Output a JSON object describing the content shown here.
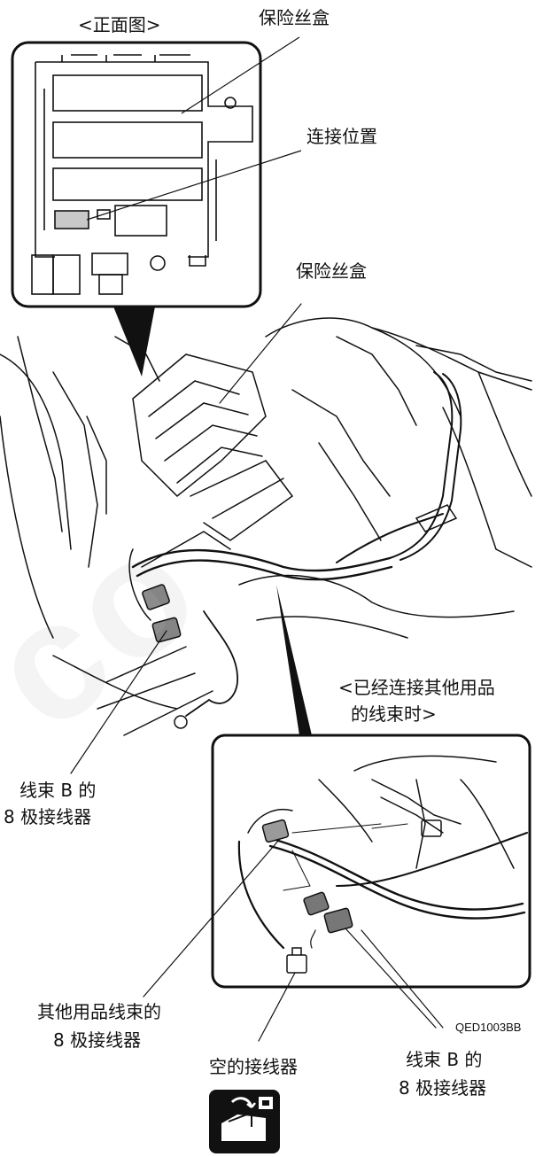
{
  "labels": {
    "front_view": "<正面图>",
    "fuse_box_top": "保险丝盒",
    "connect_position": "连接位置",
    "fuse_box_mid": "保险丝盒",
    "harness_b_left_line1": "线束 B 的",
    "harness_b_left_line2": "8 极接线器",
    "connected_note_line1": "<已经连接其他用品",
    "connected_note_line2": "的线束时>",
    "other_harness_line1": "其他用品线束的",
    "other_harness_line2": "8 极接线器",
    "empty_connector": "空的接线器",
    "harness_b_right_line1": "线束 B 的",
    "harness_b_right_line2": "8 极接线器",
    "figure_code": "QED1003BB"
  },
  "watermark": "co",
  "icon": "connector-operation-icon"
}
